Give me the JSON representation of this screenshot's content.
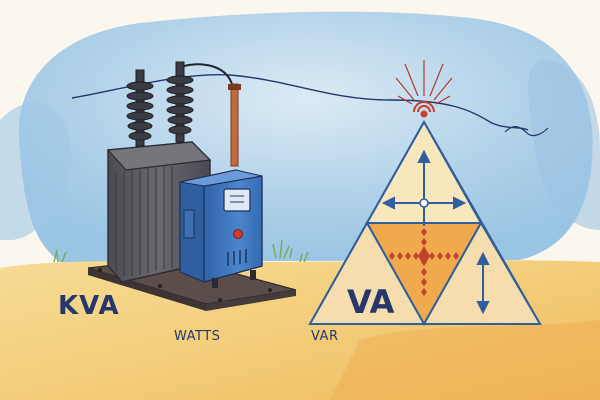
{
  "labels": {
    "kva": "KVA",
    "watts": "WATTS",
    "va": "VA",
    "var": "VAR"
  },
  "colors": {
    "sky": "#9ec6e4",
    "sand": "#f2cf7e",
    "ink": "#26386b",
    "transformer_body": "#5e5c63",
    "control_box": "#3f76bd",
    "orange_fill": "#f0a648",
    "red_accent": "#c2412f",
    "triangle_line": "#2f5f9e"
  },
  "icons": {
    "transformer": "transformer-icon",
    "control_box": "control-box-icon",
    "power_triangle": "power-triangle-icon",
    "antenna": "antenna-signal-icon"
  }
}
